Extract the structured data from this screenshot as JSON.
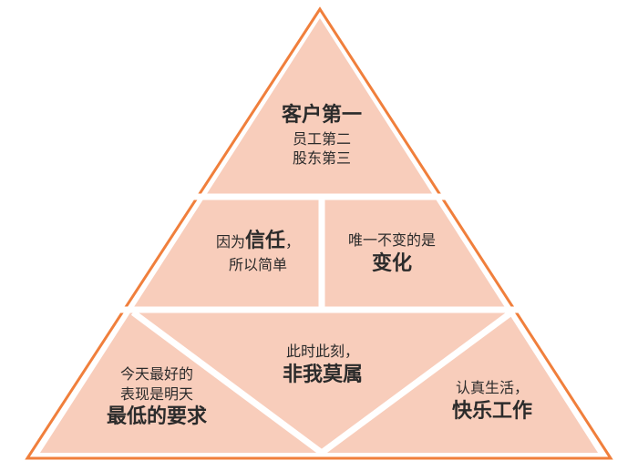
{
  "colors": {
    "fill": "#f8cdbb",
    "outline": "#f07f3c",
    "divider": "#ffffff",
    "text": "#2b2b2b"
  },
  "top": {
    "title": "客户第一",
    "line2": "员工第二",
    "line3": "股东第三"
  },
  "middle_left": {
    "prefix": "因为",
    "emphasis": "信任",
    "suffix": "，",
    "line2": "所以简单"
  },
  "middle_right": {
    "line1": "唯一不变的是",
    "emphasis": "变化"
  },
  "bottom_center": {
    "line1": "此时此刻，",
    "emphasis": "非我莫属"
  },
  "bottom_left": {
    "line1": "今天最好的",
    "line2": "表现是明天",
    "emphasis": "最低的要求"
  },
  "bottom_right": {
    "line1": "认真生活，",
    "emphasis": "快乐工作"
  }
}
